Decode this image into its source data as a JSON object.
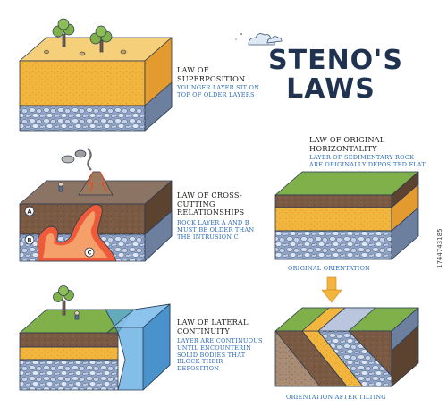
{
  "title": "STENO'S LAWS",
  "laws": [
    {
      "name": "Law of Superposition",
      "description": "Younger layer sit on top of older layers"
    },
    {
      "name": "Law of Cross-Cutting Relationships",
      "description": "Rock layer A and B must be older than the intrusion C"
    },
    {
      "name": "Law of Lateral Continuity",
      "description": "Layer are continuous until encounterin solid bodies that block their deposition"
    },
    {
      "name": "Law of Original Horizontality",
      "description": "Layer of sedimentary rock are originally deposited flat"
    }
  ],
  "labels": {
    "a": "A",
    "b": "B",
    "c": "C"
  },
  "captions": {
    "original": "Original orientation",
    "tilted": "Orientation after tilting"
  },
  "watermark": "1744743185",
  "colors": {
    "title": "#1f3350",
    "law_text": "#1b1b1b",
    "description": "#2a6ab6",
    "grass": "#7fb04a",
    "soil": "#7a5a42",
    "sand": "#f2b53d",
    "stone": "#b9c6dd",
    "magma": "#ee5b3a",
    "water": "#5aa8e0",
    "arrow": "#f4b43e"
  }
}
